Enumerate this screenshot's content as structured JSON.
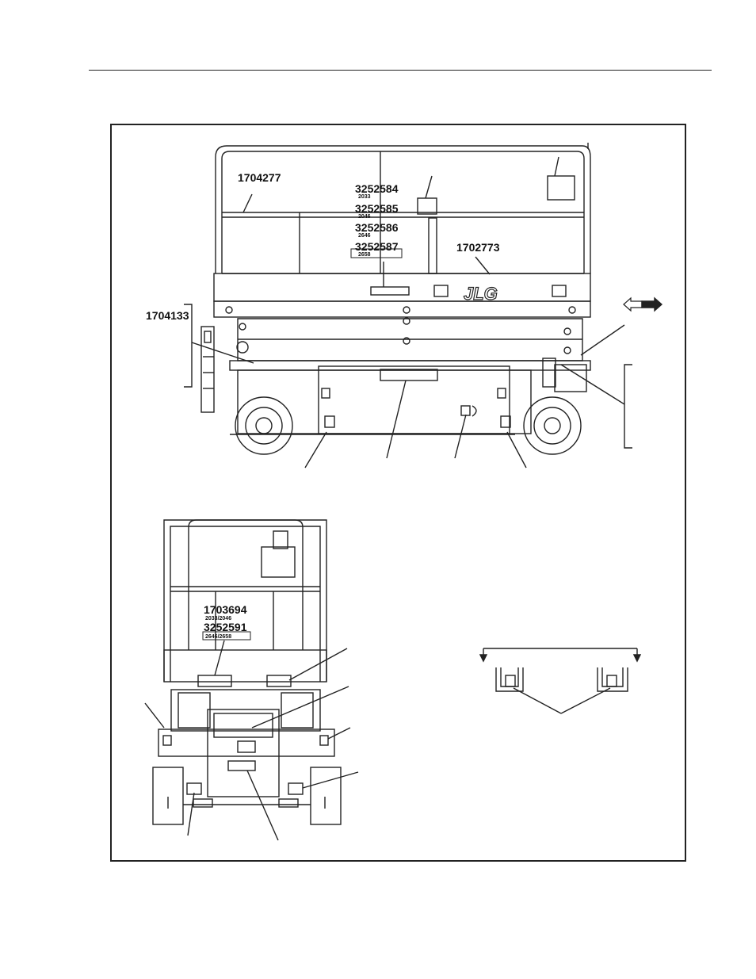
{
  "labels": {
    "side_view": {
      "decal_1704277": "1704277",
      "decal_3252584": "3252584",
      "model_2033": "2033",
      "decal_3252585": "3252585",
      "model_2046": "2046",
      "decal_3252586": "3252586",
      "model_2646": "2646",
      "decal_3252587": "3252587",
      "model_2658": "2658",
      "decal_1702773": "1702773",
      "decal_1704133": "1704133",
      "logo": "JLG"
    },
    "rear_view": {
      "decal_1703694": "1703694",
      "models_1703694": "2033/2046",
      "decal_3252591": "3252591",
      "models_3252591": "2646/2658"
    }
  },
  "colors": {
    "line": "#222222",
    "background": "#ffffff"
  }
}
